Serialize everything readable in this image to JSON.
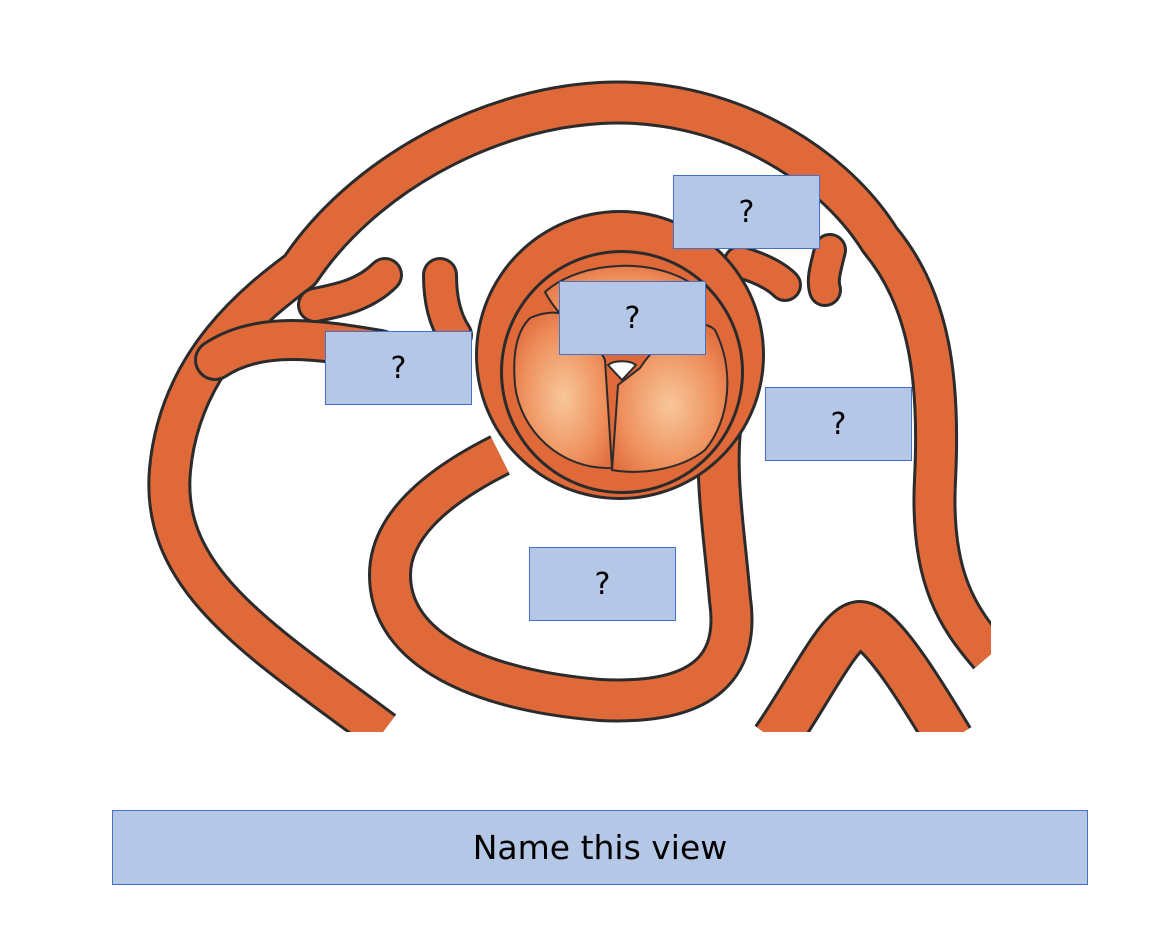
{
  "colors": {
    "vessel": "#e0693a",
    "vessel_outline": "#2b2b2b",
    "valve_light": "#f6c08f",
    "valve_dark": "#e06a3a",
    "label_fill": "#b4c7e7",
    "label_border": "#4472c4"
  },
  "labels": [
    {
      "id": "top-right",
      "text": "?"
    },
    {
      "id": "center-valve",
      "text": "?"
    },
    {
      "id": "left",
      "text": "?"
    },
    {
      "id": "right",
      "text": "?"
    },
    {
      "id": "bottom-center",
      "text": "?"
    }
  ],
  "prompt": {
    "text": "Name this view"
  }
}
